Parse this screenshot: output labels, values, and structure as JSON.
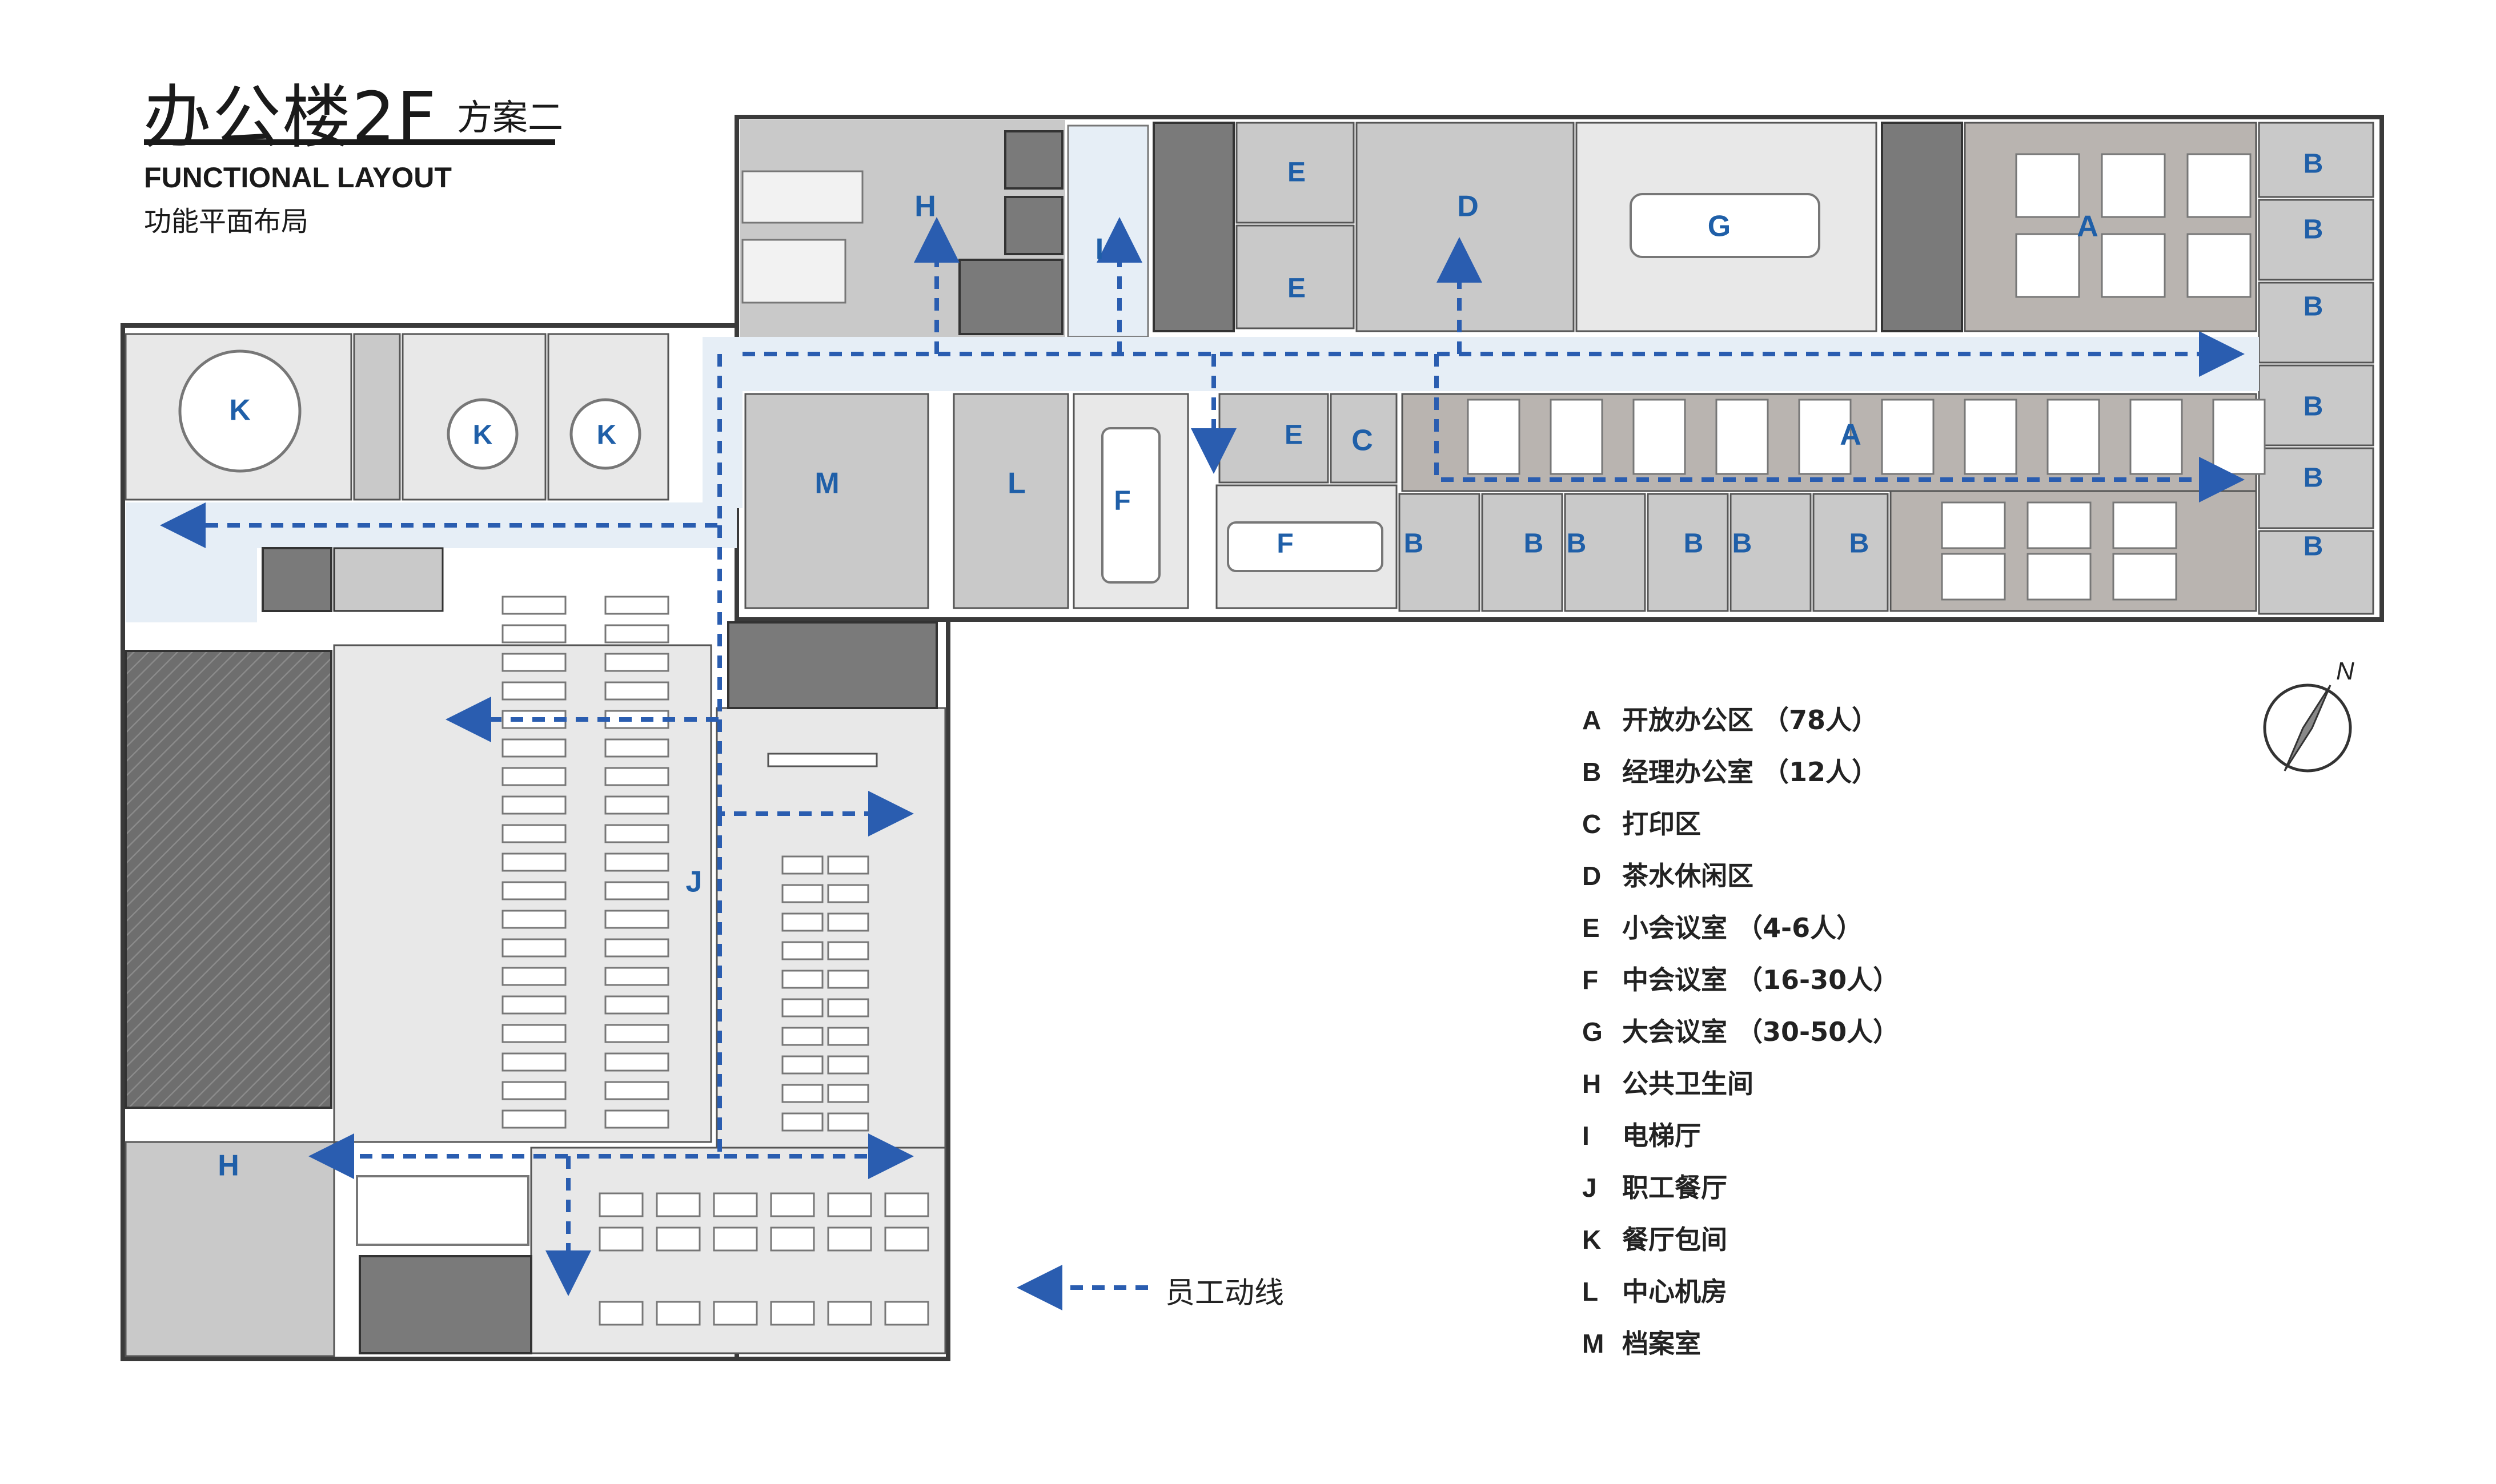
{
  "title": {
    "main": "办公楼2F",
    "sub": "方案二",
    "en": "FUNCTIONAL LAYOUT",
    "cn": "功能平面布局"
  },
  "north": "N",
  "legend": [
    {
      "key": "A",
      "label": "开放办公区 （78人）"
    },
    {
      "key": "B",
      "label": "经理办公室 （12人）"
    },
    {
      "key": "C",
      "label": "打印区"
    },
    {
      "key": "D",
      "label": "茶水休闲区"
    },
    {
      "key": "E",
      "label": "小会议室 （4-6人）"
    },
    {
      "key": "F",
      "label": "中会议室 （16-30人）"
    },
    {
      "key": "G",
      "label": "大会议室 （30-50人）"
    },
    {
      "key": "H",
      "label": "公共卫生间"
    },
    {
      "key": "I",
      "label": "电梯厅"
    },
    {
      "key": "J",
      "label": "职工餐厅"
    },
    {
      "key": "K",
      "label": "餐厅包间"
    },
    {
      "key": "L",
      "label": "中心机房"
    },
    {
      "key": "M",
      "label": "档案室"
    }
  ],
  "flow_legend": "员工动线",
  "room_labels": {
    "A": "A",
    "B": "B",
    "C": "C",
    "D": "D",
    "E": "E",
    "F": "F",
    "G": "G",
    "H": "H",
    "I": "I",
    "J": "J",
    "K": "K",
    "L": "L",
    "M": "M"
  },
  "colors": {
    "label_blue": "#1f5fa8",
    "flow_line": "#2a5db0",
    "corridor": "#e6eef6",
    "room_light": "#e8e8e8",
    "room_mid": "#c9c9c9",
    "room_dark": "#7a7a7a",
    "room_office": "#b9b4b0",
    "wall": "#3a3a3a"
  }
}
